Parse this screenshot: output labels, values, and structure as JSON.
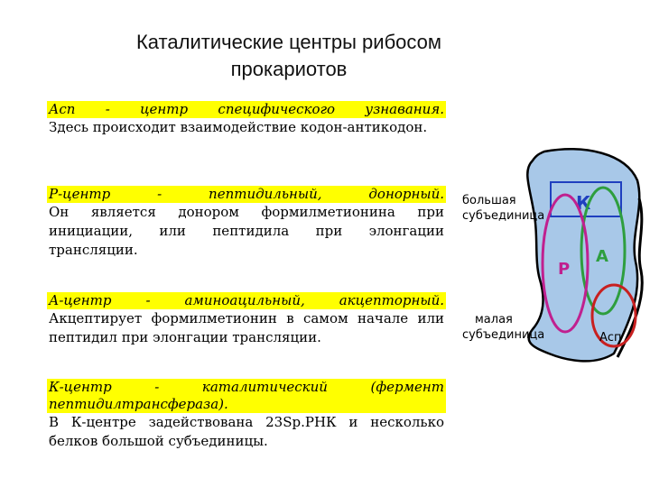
{
  "title": {
    "line1": "Каталитические центры рибосом",
    "line2": "прокариотов"
  },
  "sections": [
    {
      "highlight": "Асп - центр специфического узнавания.",
      "body": "Здесь происходит взаимодействие кодон-антикодон."
    },
    {
      "highlight": "Р-центр - пептидильный, донорный.",
      "body": "Он является донором формилметионина при инициации, или пептидила при элонгации трансляции."
    },
    {
      "highlight": "А-центр - аминоацильный, акцепторный.",
      "body": "Акцептирует формилметионин в самом начале или пептидил при элонгации трансляции."
    },
    {
      "highlight": "К-центр - каталитический (фермент пептидилтрансфераза).",
      "body": "В К-центре задействована 23Sр.РНК и несколько белков большой субъединицы."
    }
  ],
  "diagram": {
    "large_subunit_label": [
      "большая",
      "субъединица"
    ],
    "small_subunit_label": [
      "малая",
      "субъединица"
    ],
    "center_labels": {
      "k": "К",
      "a": "А",
      "p": "Р",
      "asp": "Асп"
    },
    "colors": {
      "ribosome_fill": "#a8c8e8",
      "k_box": "#1f3fbf",
      "a_circle": "#2e9e3e",
      "p_circle": "#c0208f",
      "asp_circle": "#c82020"
    }
  }
}
